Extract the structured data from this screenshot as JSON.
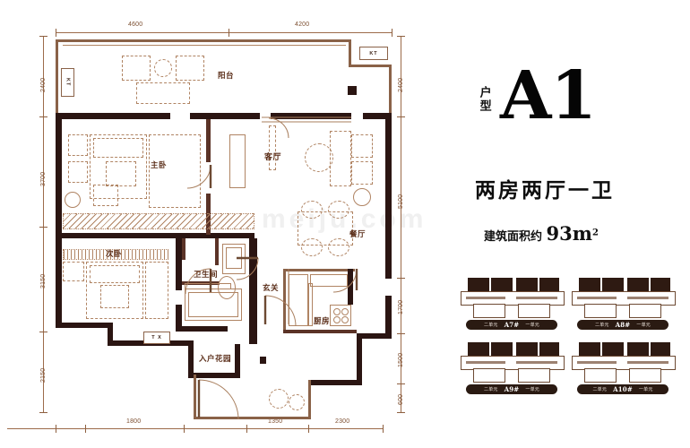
{
  "panel": {
    "type_label": "户型",
    "unit_code": "A1",
    "room_summary": "两房两厅一卫",
    "area_prefix": "建筑面积约",
    "area_value": "93",
    "area_unit": "m",
    "area_sup": "2"
  },
  "key_plans": [
    {
      "left_unit": "二单元",
      "code": "A7#",
      "right_unit": "一单元"
    },
    {
      "left_unit": "二单元",
      "code": "A8#",
      "right_unit": "一单元"
    },
    {
      "left_unit": "二单元",
      "code": "A9#",
      "right_unit": "一单元"
    },
    {
      "left_unit": "二单元",
      "code": "A10#",
      "right_unit": "一单元"
    }
  ],
  "rooms": [
    {
      "name": "阳台",
      "en": "balcony"
    },
    {
      "name": "客厅",
      "en": "living-room"
    },
    {
      "name": "主卧",
      "en": "master-bedroom"
    },
    {
      "name": "次卧",
      "en": "second-bedroom"
    },
    {
      "name": "餐厅",
      "en": "dining-room"
    },
    {
      "name": "卫生间",
      "en": "bathroom"
    },
    {
      "name": "玄关",
      "en": "entry-hall"
    },
    {
      "name": "厨房",
      "en": "kitchen"
    },
    {
      "name": "入户花园",
      "en": "entry-garden"
    }
  ],
  "dimensions": {
    "top": [
      "4600",
      "4200"
    ],
    "bottom": [
      "1800",
      "1350",
      "2300"
    ],
    "left": [
      "2400",
      "3700",
      "3150",
      "2150"
    ],
    "right": [
      "2400",
      "5100",
      "1700",
      "1500",
      "600"
    ]
  },
  "markers": {
    "kt_top": "KT",
    "kt_left": "KT",
    "kt_bottom": "T X"
  },
  "watermark": "meiju.com",
  "colors": {
    "wall_dark": "#2b1512",
    "wall_mid": "#5b3327",
    "furniture": "#b08463",
    "dimension": "#9c6b4a",
    "label": "#5a2d18"
  }
}
